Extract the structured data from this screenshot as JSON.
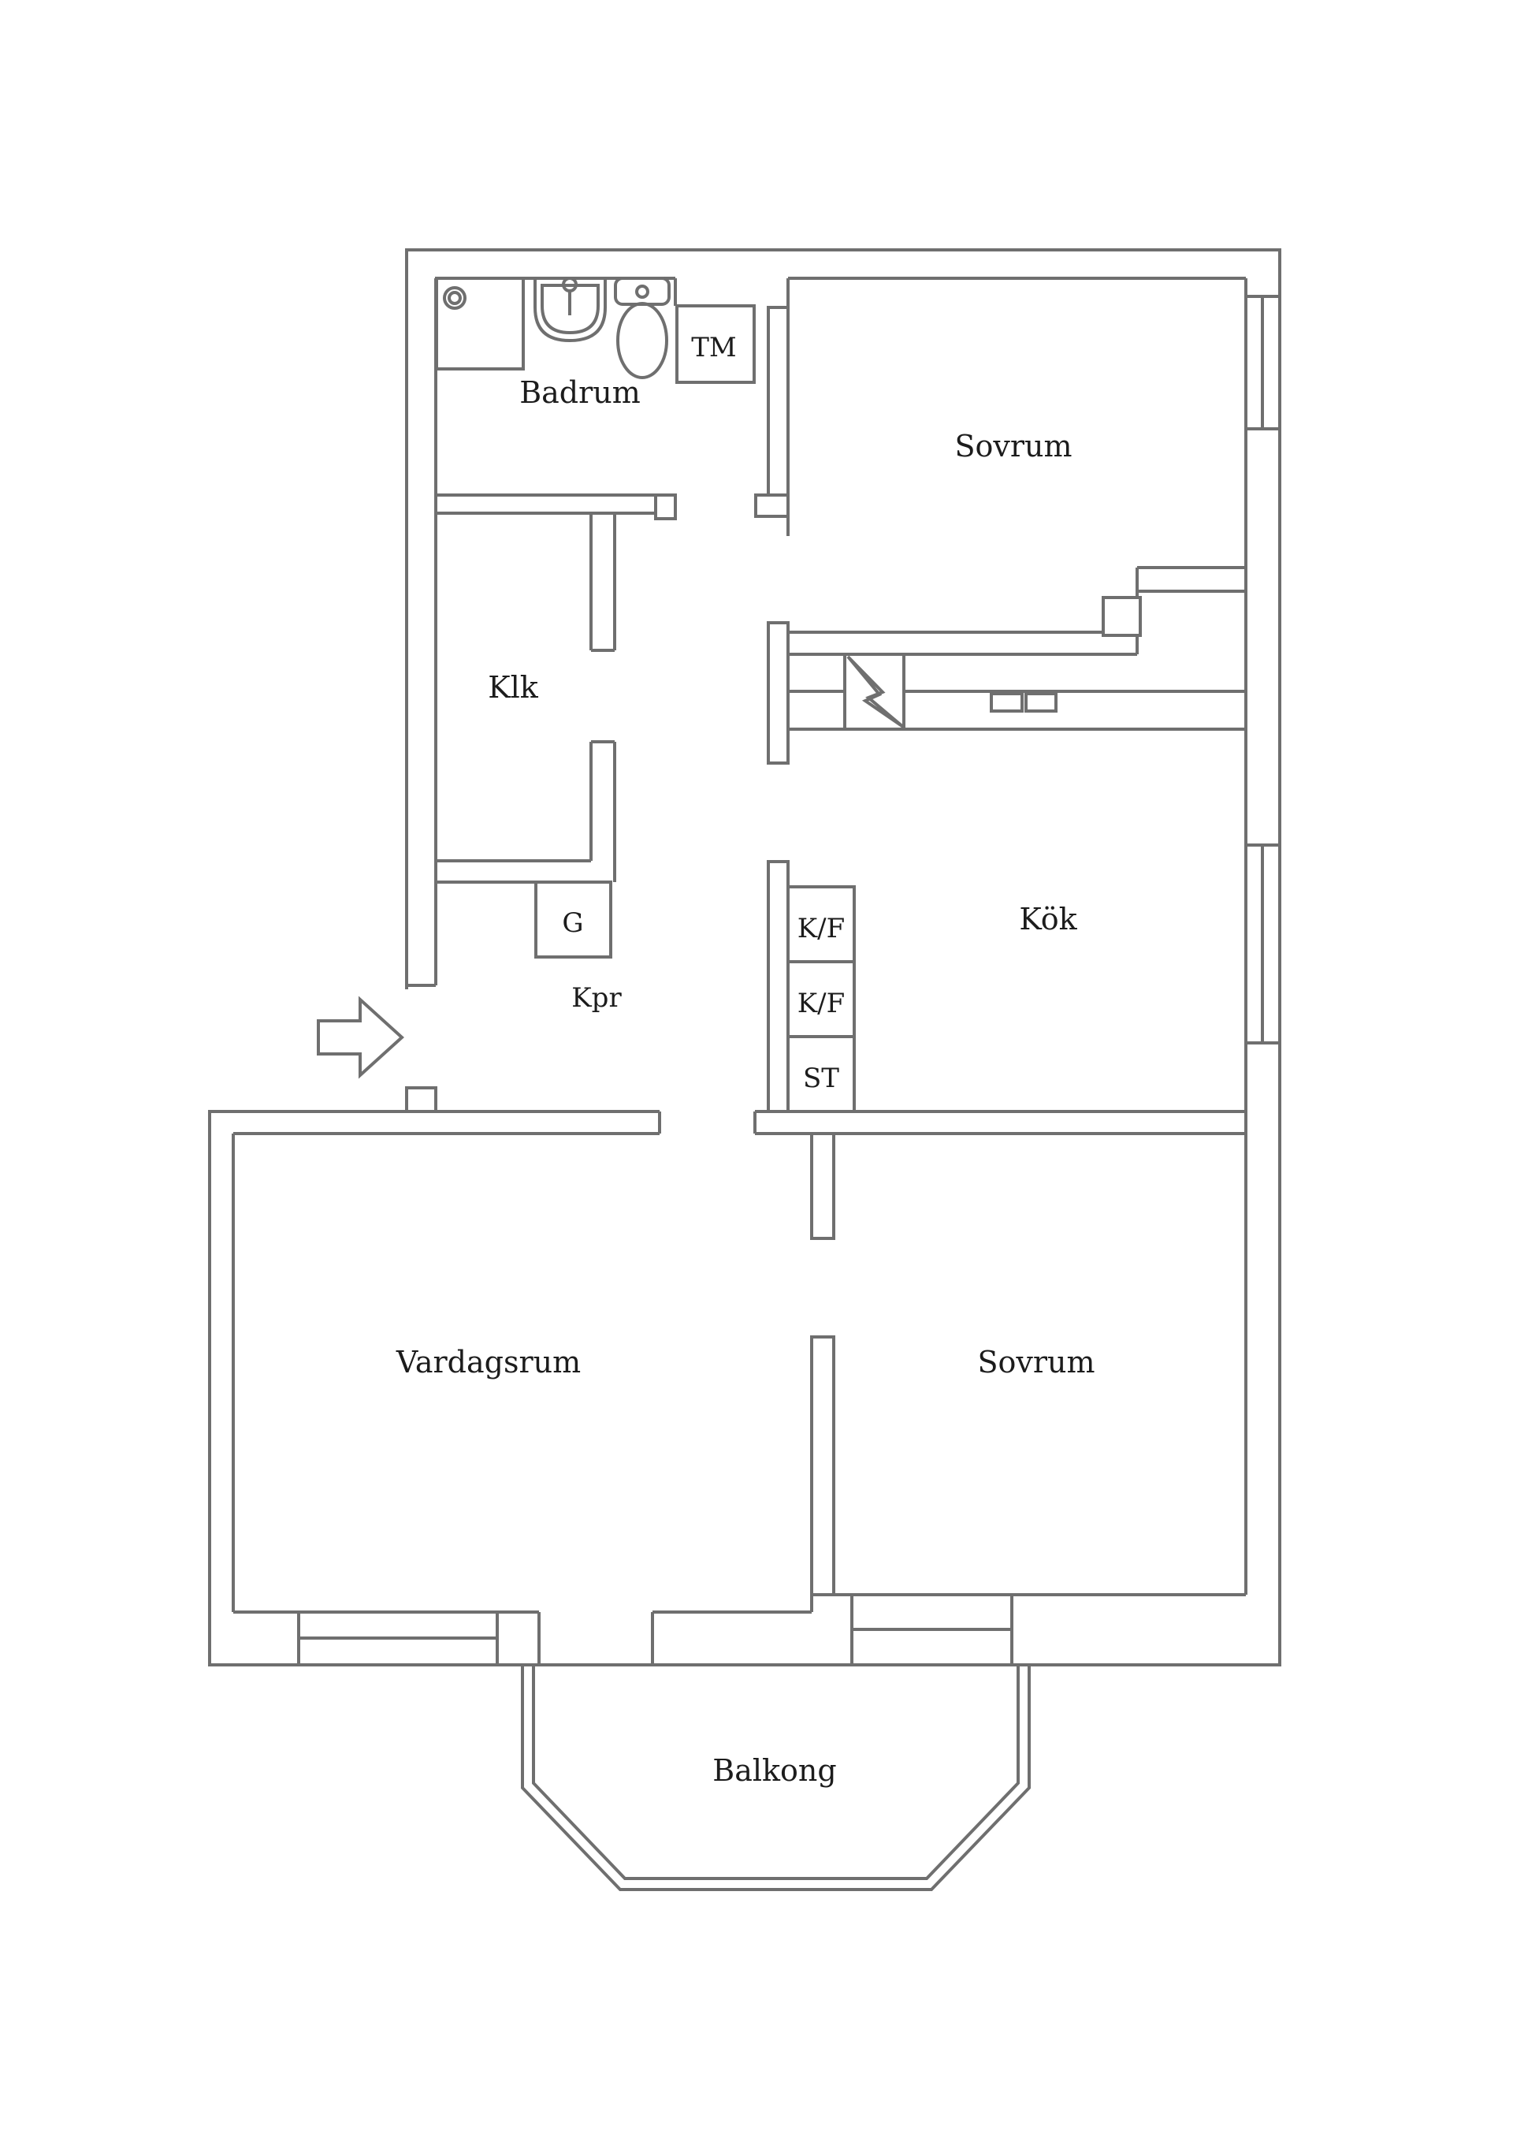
{
  "page": {
    "type": "floor-plan",
    "background": "#ffffff"
  },
  "colors": {
    "wall_line": "#6f6f6f",
    "label_text": "#1c1c1c"
  },
  "labels": [
    {
      "id": "badrum",
      "text": "Badrum"
    },
    {
      "id": "tm",
      "text": "TM"
    },
    {
      "id": "sovrum-top",
      "text": "Sovrum"
    },
    {
      "id": "klk",
      "text": "Klk"
    },
    {
      "id": "g",
      "text": "G"
    },
    {
      "id": "kpr",
      "text": "Kpr"
    },
    {
      "id": "kf-1",
      "text": "K/F"
    },
    {
      "id": "kf-2",
      "text": "K/F"
    },
    {
      "id": "st",
      "text": "ST"
    },
    {
      "id": "kok",
      "text": "Kök"
    },
    {
      "id": "vardagsrum",
      "text": "Vardagsrum"
    },
    {
      "id": "sovrum-bottom",
      "text": "Sovrum"
    },
    {
      "id": "balkong",
      "text": "Balkong"
    }
  ],
  "fixtures": [
    "shower-tray",
    "shower-drain",
    "washbasin",
    "basin-tap",
    "toilet",
    "washing-machine-tm",
    "wardrobe-g",
    "stove-lightning",
    "kitchen-counter",
    "double-sink",
    "fridge-freezer-1",
    "fridge-freezer-2",
    "cleaning-closet-st",
    "entry-arrow",
    "balcony-railing",
    "windows",
    "door-openings"
  ]
}
